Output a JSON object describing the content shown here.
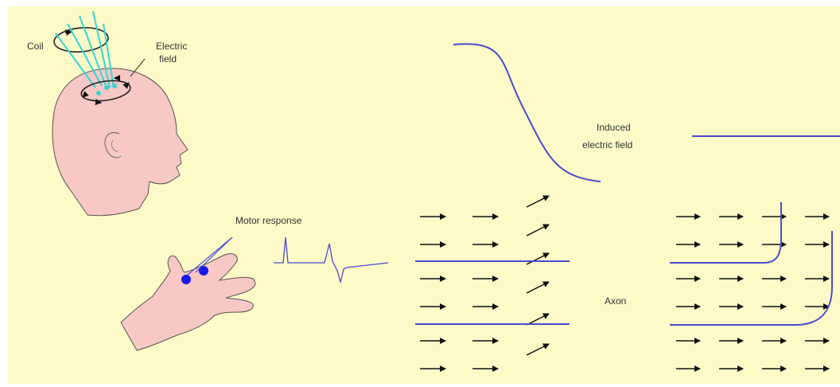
{
  "labels": {
    "coil": "Coil",
    "electric_field_line1": "Electric",
    "electric_field_line2": "field",
    "motor_response": "Motor response",
    "induced_line1": "Induced",
    "induced_line2": "electric field",
    "axon": "Axon"
  },
  "colors": {
    "background": "#fdfac8",
    "skin": "#f7c8c4",
    "outline": "#333333",
    "axon_blue": "#4a4ad0",
    "coil_cyan": "#33d6d6",
    "electrode_blue": "#1a1aee"
  }
}
